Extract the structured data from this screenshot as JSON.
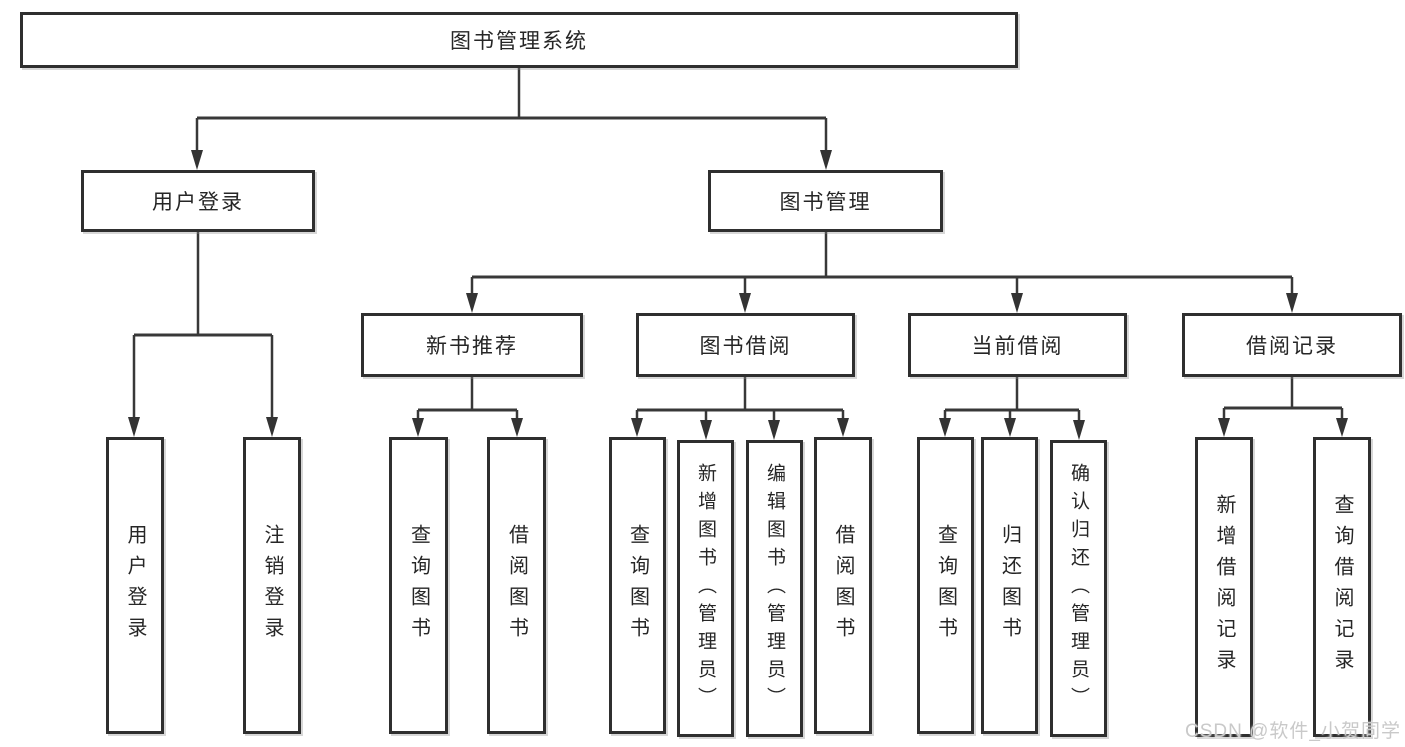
{
  "diagram": {
    "type": "tree",
    "colors": {
      "line": "#383838",
      "box_border": "#2f2f2f",
      "text": "#262626",
      "background": "#ffffff",
      "watermark_text": "#c9c9c9"
    },
    "root": {
      "label": "图书管理系统",
      "children": [
        {
          "label": "用户登录",
          "children": [
            {
              "label": "用户登录"
            },
            {
              "label": "注销登录"
            }
          ]
        },
        {
          "label": "图书管理",
          "children": [
            {
              "label": "新书推荐",
              "children": [
                {
                  "label": "查询图书"
                },
                {
                  "label": "借阅图书"
                }
              ]
            },
            {
              "label": "图书借阅",
              "children": [
                {
                  "label": "查询图书"
                },
                {
                  "label": "新增图书（管理员）"
                },
                {
                  "label": "编辑图书（管理员）"
                },
                {
                  "label": "借阅图书"
                }
              ]
            },
            {
              "label": "当前借阅",
              "children": [
                {
                  "label": "查询图书"
                },
                {
                  "label": "归还图书"
                },
                {
                  "label": "确认归还（管理员）"
                }
              ]
            },
            {
              "label": "借阅记录",
              "children": [
                {
                  "label": "新增借阅记录"
                },
                {
                  "label": "查询借阅记录"
                }
              ]
            }
          ]
        }
      ]
    }
  },
  "watermark": "CSDN @软件_小贺同学"
}
